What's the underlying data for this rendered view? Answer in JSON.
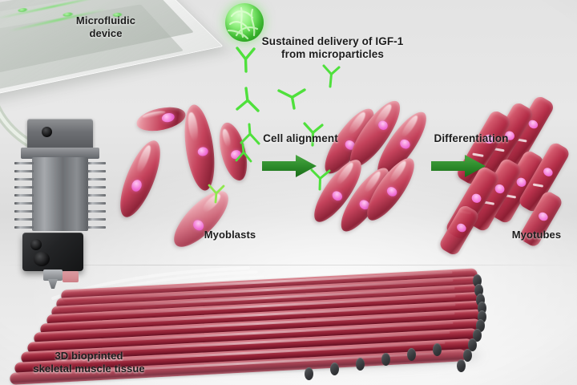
{
  "figure": {
    "domain": "scientific-illustration",
    "title": "3D bioprinted skeletal muscle tissue with sustained IGF-1 delivery",
    "background_colors": {
      "backdrop_top": "#e3e3e3",
      "backdrop_bottom": "#f1f1f1",
      "floor": "#dcdcdc"
    }
  },
  "labels": {
    "microfluidic_device": "Microfluidic\ndevice",
    "igf_delivery": "Sustained delivery of IGF-1\nfrom microparticles",
    "cell_alignment": "Cell alignment",
    "differentiation": "Differentiation",
    "myoblasts": "Myoblasts",
    "myotubes": "Myotubes",
    "bioprinted_tissue": "3D bioprinted\nskeletal muscle tissue"
  },
  "colors": {
    "arrow_green": "#2f8f2f",
    "arrow_green_dark": "#1f6e1f",
    "particle_green": "#4fd33f",
    "antibody_green": "#52e23e",
    "cell_pink": "#c4425b",
    "cell_highlight": "#f4b9bf",
    "nucleus_magenta": "#f06fd4",
    "strand_red": "#8e1f33",
    "strand_highlight": "#d8737f",
    "strand_cap_gray": "#36383b",
    "printhead_metal": "#8f9194",
    "printhead_block": "#232426",
    "label_text": "#1c1c1c"
  },
  "stages": [
    {
      "id": "stage-1",
      "name": "Bioprinting",
      "element": "printhead extruding muscle bioink strands"
    },
    {
      "id": "stage-2",
      "name": "Myoblasts",
      "element": "randomly oriented spindle myoblast cells",
      "cell_count": 5
    },
    {
      "id": "stage-3",
      "name": "Cell alignment",
      "element": "parallel aligned myoblasts",
      "cell_count": 6
    },
    {
      "id": "stage-4",
      "name": "Differentiation",
      "element": "fused multinucleated myotubes",
      "tube_count": 9
    }
  ],
  "arrows": [
    {
      "id": "arrow-alignment",
      "label": "Cell alignment",
      "direction": "right"
    },
    {
      "id": "arrow-differentiation",
      "label": "Differentiation",
      "direction": "right"
    }
  ],
  "components": {
    "microfluidic_device": {
      "type": "chip",
      "channels_visible": 4,
      "tube_connected": true
    },
    "printhead": {
      "type": "extruder",
      "heatsink_fins_per_side": 9,
      "nozzle": true
    },
    "tissue_scaffold": {
      "type": "parallel-strand-lattice",
      "strand_count": 11,
      "layers": 2
    },
    "microparticle": {
      "type": "sphere",
      "payload": "IGF-1",
      "color": "green"
    },
    "growth_factor_molecules": {
      "type": "Y-shaped",
      "count": 9,
      "color": "green"
    }
  }
}
